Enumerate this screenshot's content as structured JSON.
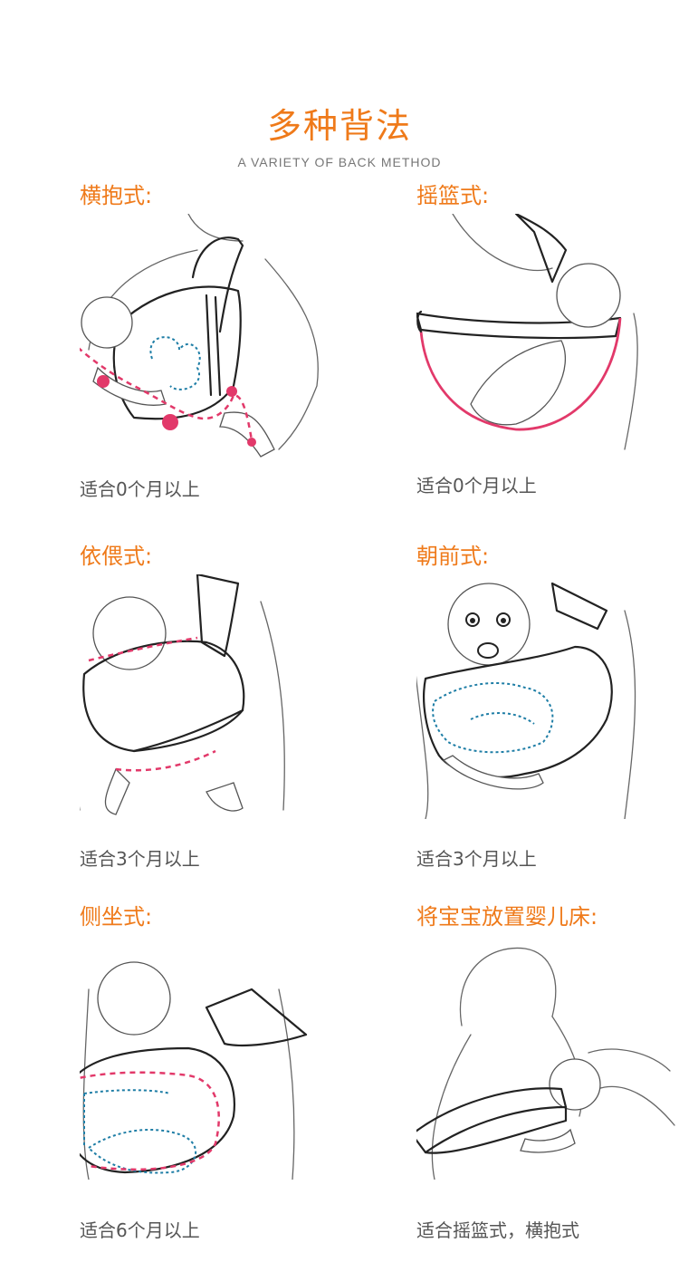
{
  "header": {
    "title": "多种背法",
    "subtitle": "A VARIETY OF BACK METHOD"
  },
  "methods": [
    {
      "title": "横抱式:",
      "caption": "适合0个月以上"
    },
    {
      "title": "摇篮式:",
      "caption": "适合0个月以上"
    },
    {
      "title": "依偎式:",
      "caption": "适合3个月以上"
    },
    {
      "title": "朝前式:",
      "caption": "适合3个月以上"
    },
    {
      "title": "侧坐式:",
      "caption": "适合6个月以上"
    },
    {
      "title": "将宝宝放置婴儿床:",
      "caption": "适合摇篮式，横抱式"
    }
  ],
  "colors": {
    "accent": "#ef7a1a",
    "guide_pink": "#e2396a",
    "guide_blue": "#1f7ea6",
    "caption": "#555555"
  }
}
